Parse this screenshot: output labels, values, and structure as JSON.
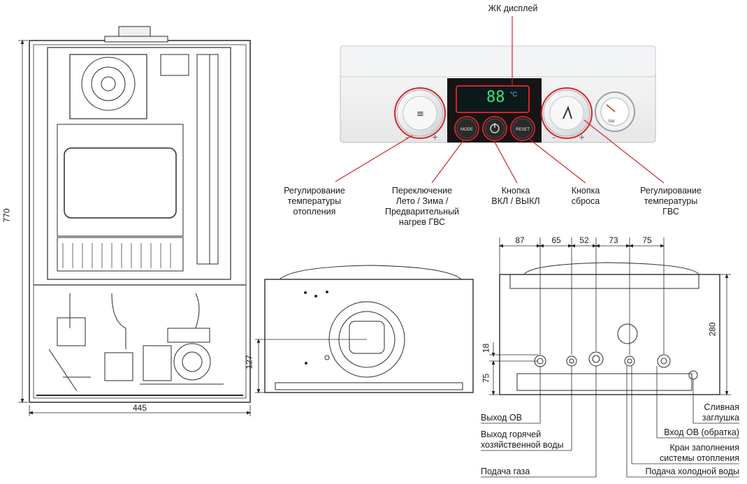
{
  "display_callout": "ЖК дисплей",
  "display_readout": "88",
  "display_unit": "°C",
  "buttons": {
    "mode": "MODE",
    "reset": "RESET"
  },
  "gauge_caption": "bar",
  "controls": [
    {
      "id": "heating",
      "lines": [
        "Регулирование",
        "температуры",
        "отопления"
      ]
    },
    {
      "id": "mode",
      "lines": [
        "Переключение",
        "Лето / Зима /",
        "Предварительный",
        "нагрев ГВС"
      ]
    },
    {
      "id": "power",
      "lines": [
        "Кнопка",
        "ВКЛ / ВЫКЛ"
      ]
    },
    {
      "id": "reset",
      "lines": [
        "Кнопка",
        "сброса"
      ]
    },
    {
      "id": "dhw",
      "lines": [
        "Регулирование",
        "температуры",
        "ГВС"
      ]
    }
  ],
  "front_dimensions": {
    "height": "770",
    "width": "445"
  },
  "top_dimensions": {
    "depth": "127"
  },
  "bottom_dimensions": {
    "spacings": [
      "87",
      "65",
      "52",
      "73",
      "75"
    ],
    "depth": "280",
    "offset_a": "18",
    "offset_b": "75"
  },
  "connections_left": [
    {
      "id": "heating-out",
      "lines": [
        "Выход ОВ"
      ]
    },
    {
      "id": "dhw-out",
      "lines": [
        "Выход горячей",
        "хозяйственной воды"
      ]
    },
    {
      "id": "gas",
      "lines": [
        "Подача газа"
      ]
    }
  ],
  "connections_right": [
    {
      "id": "drain",
      "lines": [
        "Сливная",
        "заглушка"
      ]
    },
    {
      "id": "heating-return",
      "lines": [
        "Вход ОВ (обратка)"
      ]
    },
    {
      "id": "fill-valve",
      "lines": [
        "Кран заполнения",
        "системы отопления"
      ]
    },
    {
      "id": "cold-in",
      "lines": [
        "Подача холодной воды"
      ]
    }
  ]
}
